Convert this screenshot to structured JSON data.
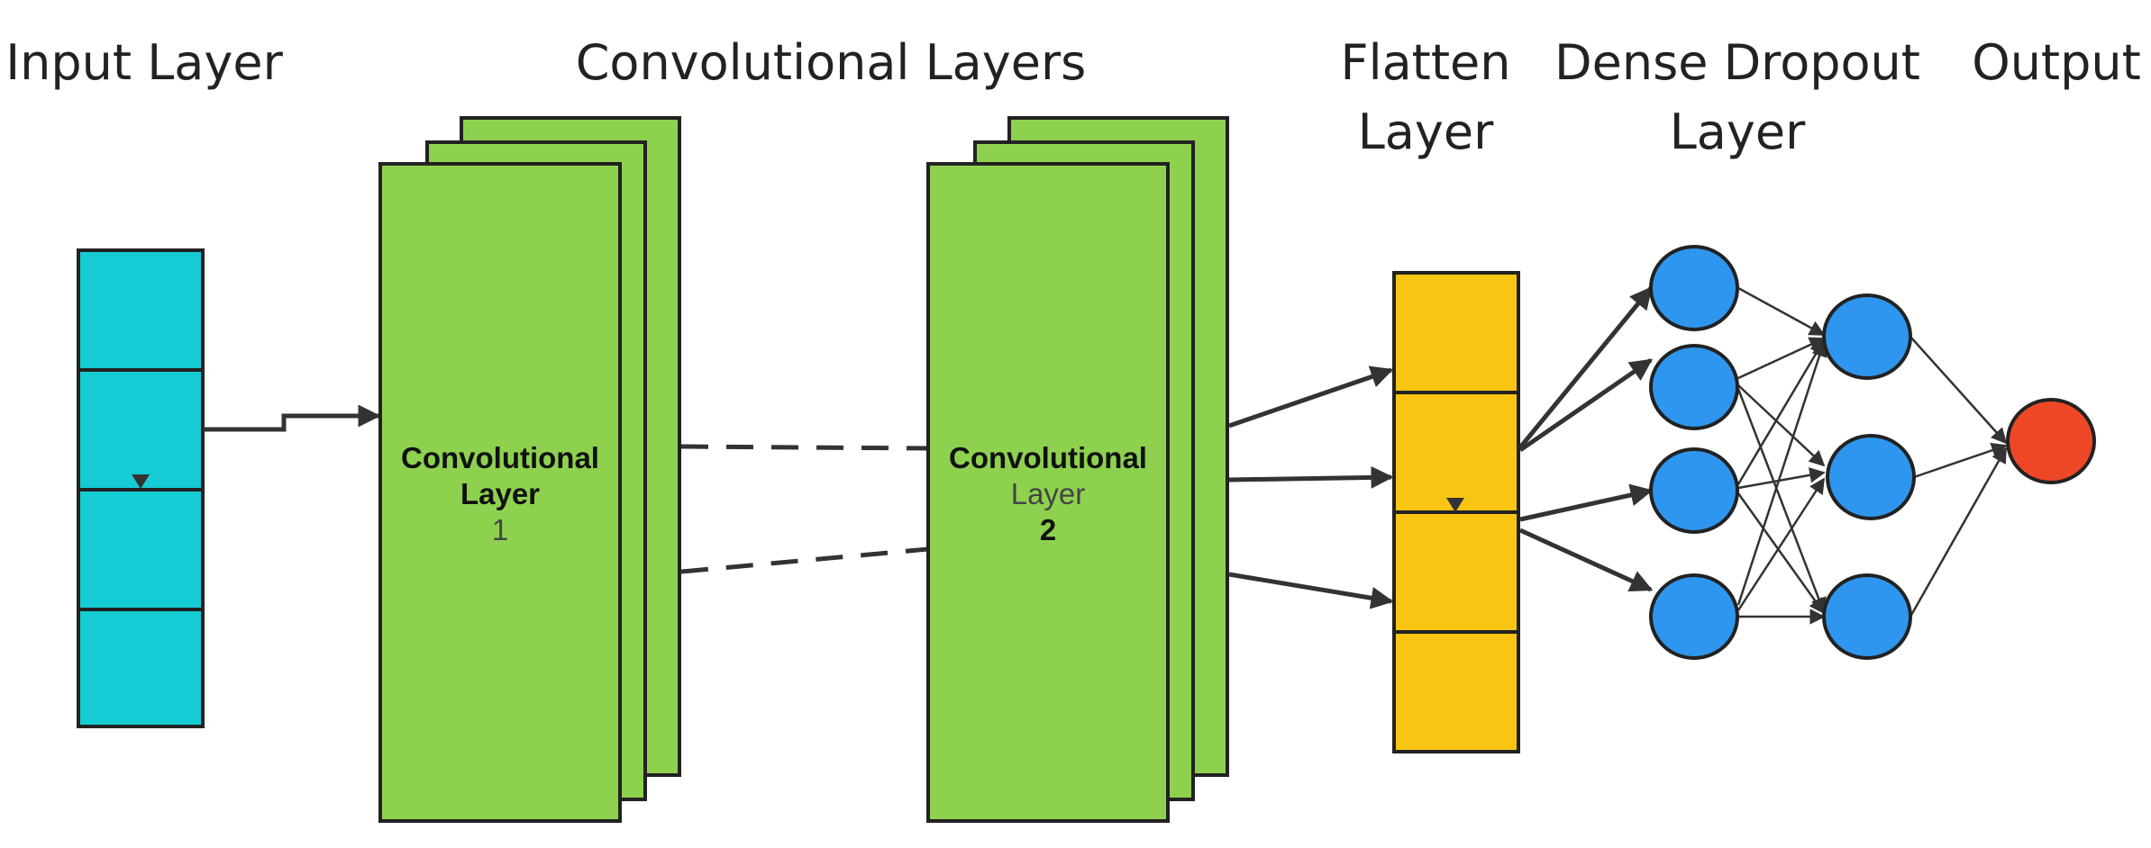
{
  "headings": {
    "input": "Input Layer",
    "convolutional": "Convolutional Layers",
    "flatten_line1": "Flatten",
    "flatten_line2": "Layer",
    "dense_line1": "Dense Dropout",
    "dense_line2": "Layer",
    "output": "Output"
  },
  "conv1": {
    "line1": "Convolutional",
    "line2": "Layer",
    "line3": "1"
  },
  "conv2": {
    "line1": "Convolutional",
    "line2": "Layer",
    "line3": "2"
  },
  "colors": {
    "input": "#16CCD4",
    "conv": "#8ED14F",
    "flatten": "#F9C513",
    "neuron": "#2E96EE",
    "output": "#EE4727",
    "stroke": "#222222"
  },
  "nodes": {
    "input_cells": 4,
    "flatten_cells": 4,
    "dense_layer_1": 4,
    "dense_layer_2": 3,
    "output": 1
  }
}
